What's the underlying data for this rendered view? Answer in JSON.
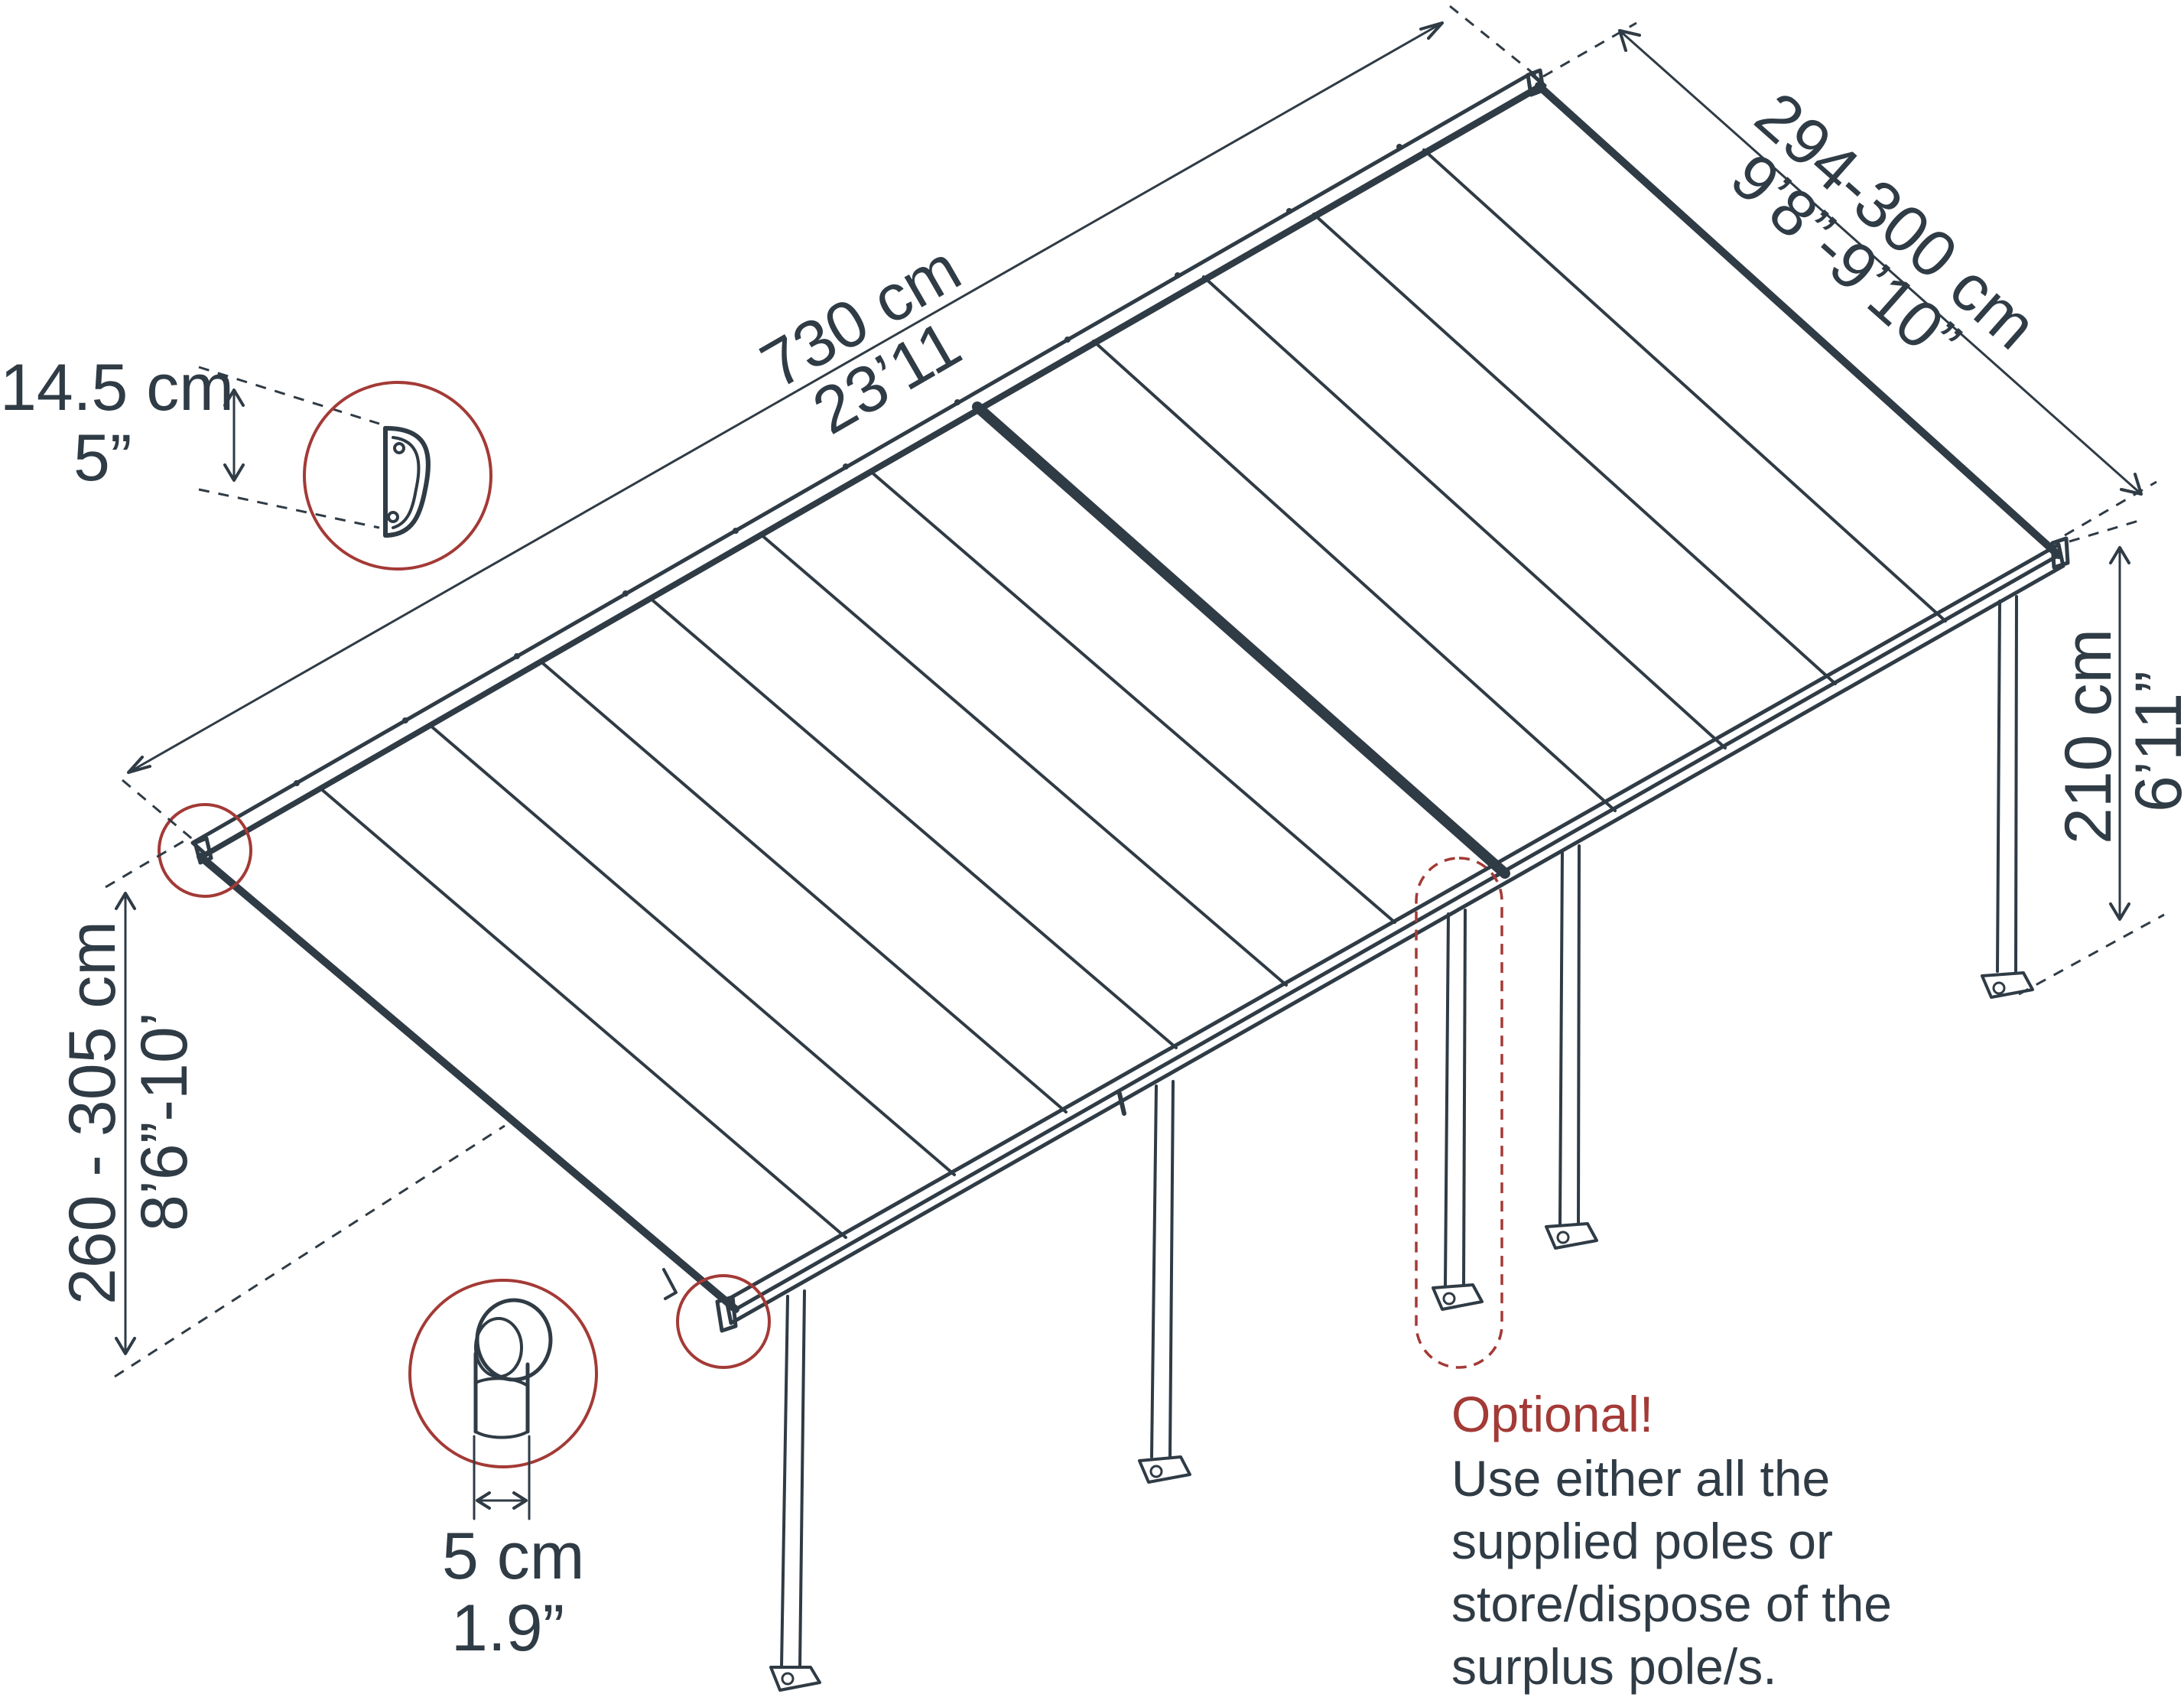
{
  "dimensions": {
    "length": {
      "metric": "730 cm",
      "imperial": "23’11"
    },
    "width": {
      "metric": "294-300 cm",
      "imperial": "9’8”-9’10”"
    },
    "front_height": {
      "metric": "210 cm",
      "imperial": "6’11”"
    },
    "rear_height": {
      "metric": "260 - 305 cm",
      "imperial": "8’6”-10’"
    },
    "profile_height": {
      "metric": "14.5 cm",
      "imperial": "5”"
    },
    "post_width": {
      "metric": "5 cm",
      "imperial": "1.9”"
    }
  },
  "note": {
    "title": "Optional!",
    "lines": [
      "Use either all the",
      "supplied poles or",
      "store/dispose of the",
      "surplus pole/s."
    ]
  },
  "colors": {
    "line": "#2f3b45",
    "accent": "#a33a36",
    "panel_fill": "#ffffff"
  },
  "icons": [
    "gutter-profile-icon",
    "downpipe-elbow-icon"
  ]
}
